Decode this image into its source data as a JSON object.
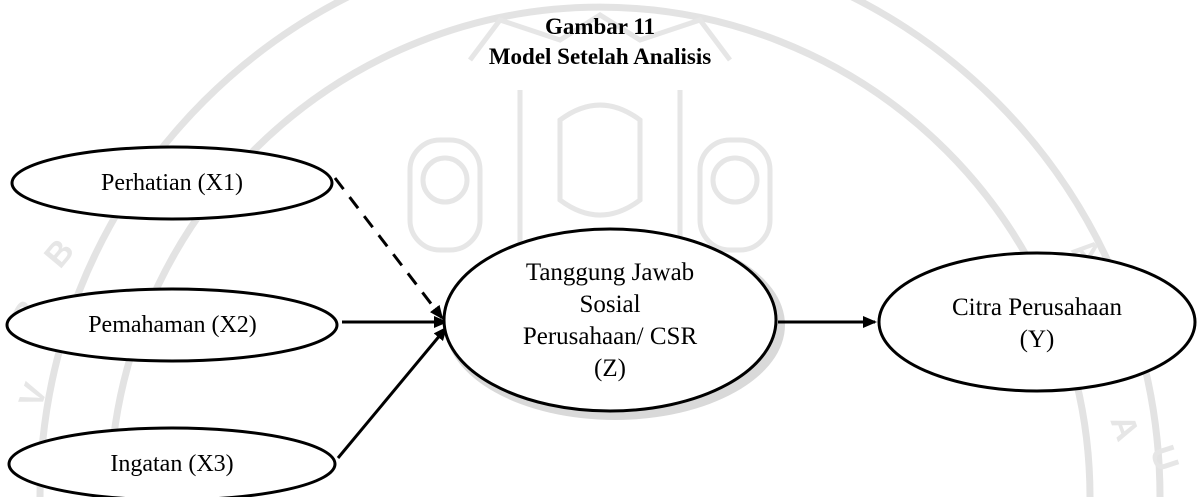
{
  "figure": {
    "label": "Gambar 11",
    "title": "Model Setelah Analisis"
  },
  "nodes": {
    "x1": "Perhatian (X1)",
    "x2": "Pemahaman (X2)",
    "x3": "Ingatan (X3)",
    "z": [
      "Tanggung Jawab",
      "Sosial",
      "Perusahaan/ CSR",
      "(Z)"
    ],
    "y": [
      "Citra Perusahaan",
      "(Y)"
    ]
  },
  "edges": [
    {
      "from": "x1",
      "to": "z",
      "style": "dashed"
    },
    {
      "from": "x2",
      "to": "z",
      "style": "solid"
    },
    {
      "from": "x3",
      "to": "z",
      "style": "solid"
    },
    {
      "from": "z",
      "to": "y",
      "style": "solid"
    }
  ],
  "colors": {
    "stroke": "#000000",
    "watermark": "#e6e6e6",
    "shadow": "#d9d9d9"
  }
}
